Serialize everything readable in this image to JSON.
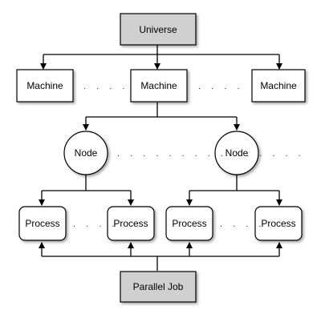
{
  "diagram": {
    "universe": {
      "label": "Universe"
    },
    "machines": [
      {
        "label": "Machine"
      },
      {
        "label": "Machine"
      },
      {
        "label": "Machine"
      }
    ],
    "nodes": [
      {
        "label": "Node"
      },
      {
        "label": "Node"
      }
    ],
    "processes": [
      {
        "label": "Process"
      },
      {
        "label": "Process"
      },
      {
        "label": "Process"
      },
      {
        "label": "Process"
      }
    ],
    "parallel_job": {
      "label": "Parallel Job"
    },
    "ellipsis": ". . . .",
    "ellipsis_nodes": ". . . . . . . . . . . . . . .",
    "ellipsis_process": ". . . ."
  },
  "colors": {
    "grey_box": "#d0d0d0",
    "white_box": "#ffffff",
    "stroke": "#000000"
  }
}
